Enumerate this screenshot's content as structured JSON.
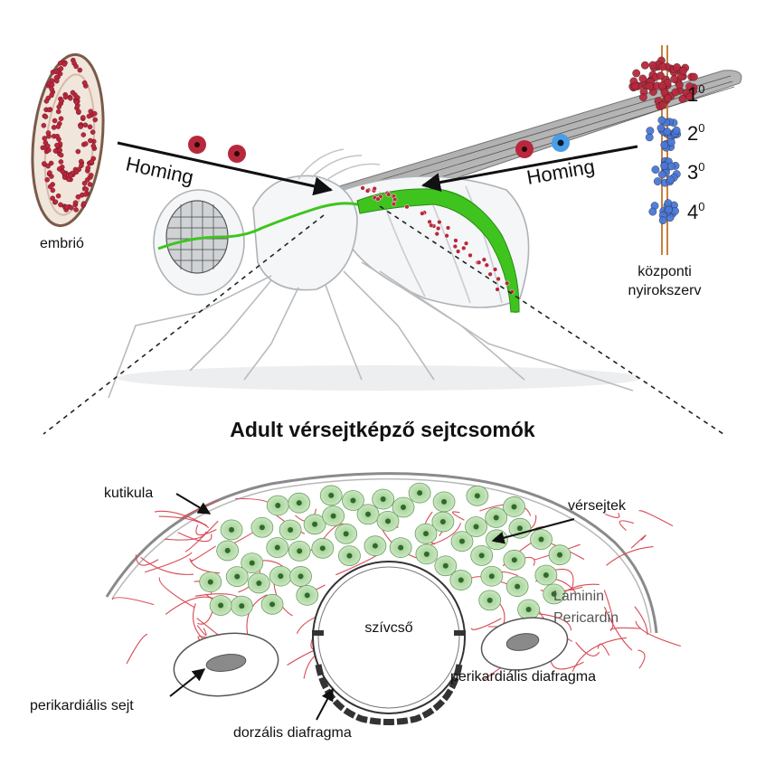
{
  "labels": {
    "embryo": "embrió",
    "homing_left": "Homing",
    "homing_right": "Homing",
    "lymph_gland": [
      "központi",
      "nyirokszerv"
    ],
    "lobes": [
      "1",
      "2",
      "3",
      "4"
    ],
    "lobe_superscript": "0",
    "title": "Adult vérsejtképző sejtcsomók",
    "cuticle": "kutikula",
    "hemocytes": "vérsejtek",
    "laminin": "Laminin",
    "pericardin": "Pericardin",
    "heart_tube": "szívcső",
    "pericardial_cell": "perikardiális sejt",
    "pericardial_diaphragm": "perikardiális diafragma",
    "dorsal_diaphragm": "dorzális diafragma"
  },
  "colors": {
    "hemocyte_red": "#b8283c",
    "progenitor_blue": "#4a78d8",
    "heart_green": "#3fc41f",
    "matrix_red": "#d84a55",
    "cell_green": "#bfe3b6",
    "lymph_stripe": "#c9803c"
  }
}
